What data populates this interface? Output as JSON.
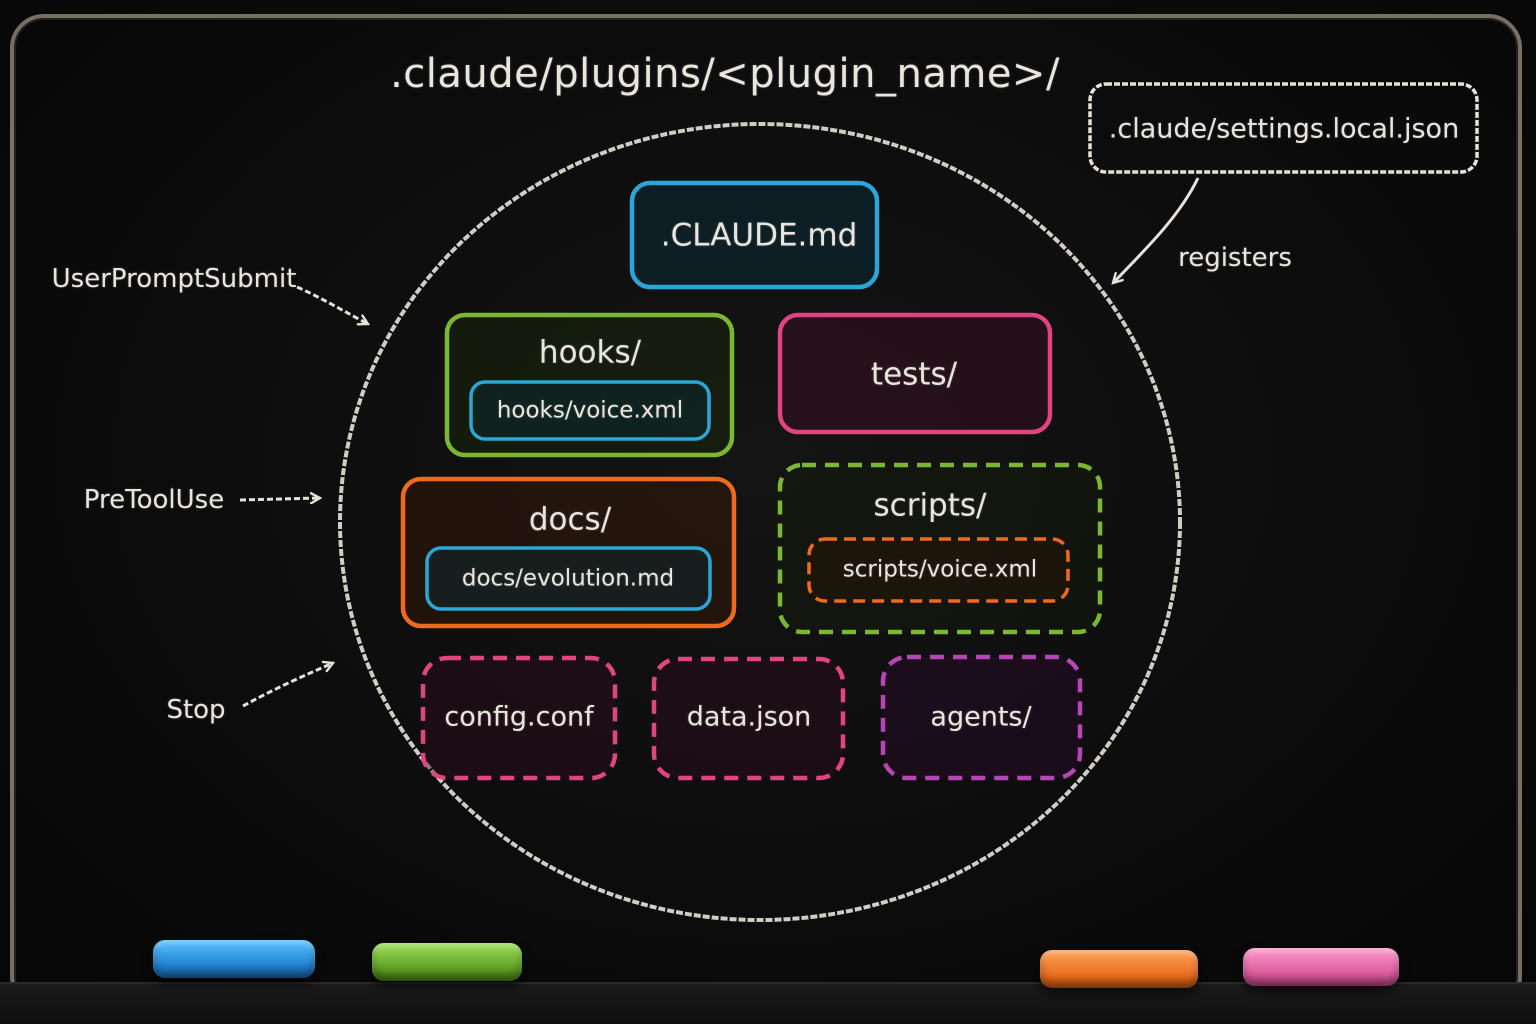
{
  "diagram": {
    "title": ".claude/plugins/<plugin_name>/",
    "settings_file": ".claude/settings.local.json",
    "registers_label": "registers",
    "events": [
      "UserPromptSubmit",
      "PreToolUse",
      "Stop"
    ],
    "nodes": {
      "claude_md": ".CLAUDE.md",
      "hooks": "hooks/",
      "hooks_voice": "hooks/voice.xml",
      "tests": "tests/",
      "docs": "docs/",
      "docs_evolution": "docs/evolution.md",
      "scripts": "scripts/",
      "scripts_voice": "scripts/voice.xml",
      "config": "config.conf",
      "data": "data.json",
      "agents": "agents/"
    },
    "colors": {
      "blue": "#2aa7d6",
      "green": "#7cb82f",
      "pink": "#e0457f",
      "orange": "#ef6a1d",
      "purple": "#b646b6",
      "chalk_white": "#e6e2da"
    },
    "chalk_sticks": [
      "blue",
      "green",
      "orange",
      "pink"
    ]
  }
}
